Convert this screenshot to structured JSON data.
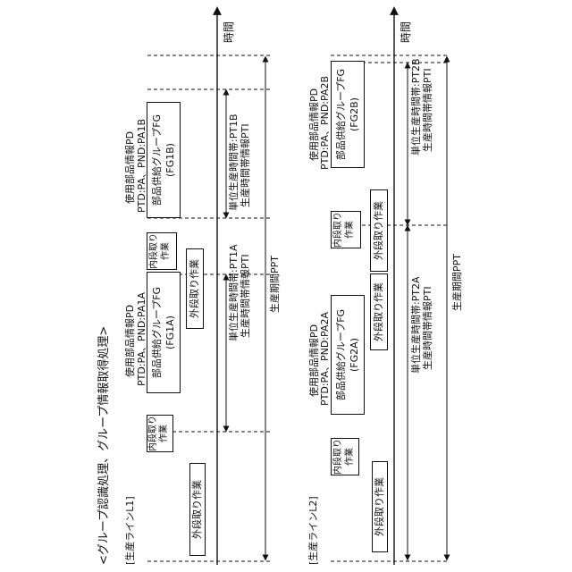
{
  "heading": "<グループ認識処理、グループ情報取得処理>",
  "axis_label": "時間",
  "line1": {
    "label": "[生産ラインL1]",
    "ext_setup": "外段取り作業",
    "int_setup_a": [
      "内段取り",
      "作業"
    ],
    "int_setup_b": [
      "内段取り",
      "作業"
    ],
    "group_a": [
      "部品供給グループFG",
      "(FG1A)"
    ],
    "group_b": [
      "部品供給グループFG",
      "(FG1B)"
    ],
    "parts_a": [
      "使用部品情報PD",
      "PTD:PA、PND:PA1A"
    ],
    "parts_b": [
      "使用部品情報PD",
      "PTD:PA、PND:PA1B"
    ],
    "ext_setup_mid": "外段取り作業",
    "unit_a": [
      "単位生産時間帯:PT1A",
      "生産時間帯情報PTI"
    ],
    "unit_b": [
      "単位生産時間帯:PT1B",
      "生産時間帯情報PTI"
    ],
    "period": "生産期間PPT"
  },
  "line2": {
    "label": "[生産ラインL2]",
    "ext_setup": "外段取り作業",
    "int_setup_a": [
      "内段取り",
      "作業"
    ],
    "int_setup_b": [
      "内段取り",
      "作業"
    ],
    "group_a": [
      "部品供給グループFG",
      "(FG2A)"
    ],
    "group_b": [
      "部品供給グループFG",
      "(FG2B)"
    ],
    "parts_a": [
      "使用部品情報PD",
      "PTD:PA、PND:PA2A"
    ],
    "parts_b": [
      "使用部品情報PD",
      "PTD:PA、PND:PA2B"
    ],
    "ext_setup_mid": "外段取り作業",
    "ext_setup_mid2": "外段取り作業",
    "unit_a": [
      "単位生産時間帯:PT2A",
      "生産時間帯情報PTI"
    ],
    "unit_b": [
      "単位生産時間帯:PT2B",
      "生産時間帯情報PTI"
    ],
    "period": "生産期間PPT"
  }
}
